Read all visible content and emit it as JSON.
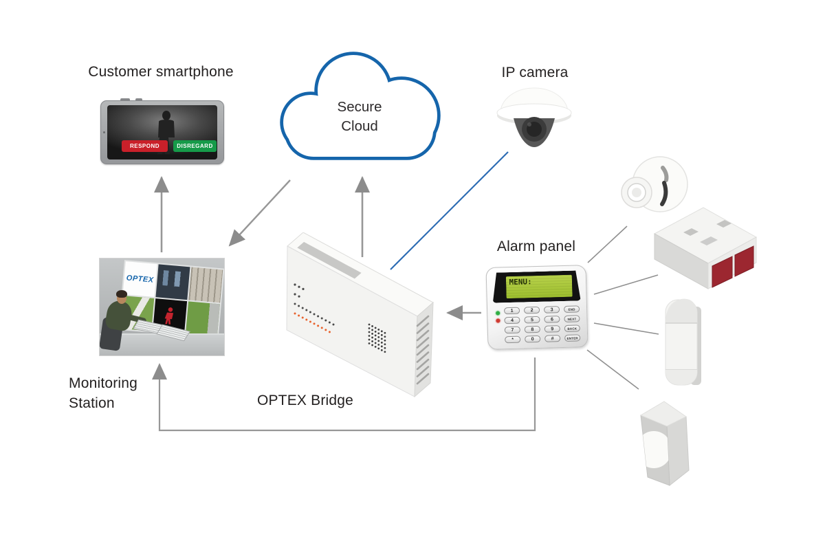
{
  "nodes": {
    "customer_smartphone": {
      "label": "Customer smartphone"
    },
    "secure_cloud": {
      "label_line1": "Secure",
      "label_line2": "Cloud"
    },
    "ip_camera": {
      "label": "IP camera"
    },
    "optex_bridge": {
      "label": "OPTEX Bridge"
    },
    "alarm_panel": {
      "label": "Alarm panel",
      "lcd_text": "MENU:",
      "keys": [
        "1",
        "2",
        "3",
        "END",
        "4",
        "5",
        "6",
        "NEXT",
        "7",
        "8",
        "9",
        "BACK",
        "*",
        "0",
        "#",
        "ENTER"
      ]
    },
    "monitoring_station": {
      "label_line1": "Monitoring",
      "label_line2": "Station",
      "screen_brand": "OPTEX"
    }
  },
  "smartphone_screen": {
    "respond_button": "RESPOND",
    "disregard_button": "DISREGARD"
  },
  "connections": [
    {
      "from": "monitoring_station",
      "to": "customer_smartphone",
      "style": "gray-arrow"
    },
    {
      "from": "optex_bridge",
      "to": "secure_cloud",
      "style": "gray-arrow"
    },
    {
      "from": "secure_cloud",
      "to": "monitoring_station",
      "style": "gray-arrow"
    },
    {
      "from": "alarm_panel",
      "to": "optex_bridge",
      "style": "gray-arrow"
    },
    {
      "from": "alarm_panel",
      "to": "monitoring_station",
      "style": "gray-arrow-elbow"
    },
    {
      "from": "ip_camera",
      "to": "optex_bridge",
      "style": "blue-line"
    },
    {
      "from": "alarm_panel",
      "to": "sensors",
      "style": "gray-lines",
      "count": 4
    }
  ],
  "colors": {
    "cloud_blue": "#1565ab",
    "camera_link_blue": "#2e6db4",
    "connector_gray": "#909090",
    "respond_red": "#c9202a",
    "disregard_green": "#169a49",
    "lcd_green": "#a9c938",
    "bridge_led_orange": "#e8622d",
    "label_text": "#232020"
  }
}
